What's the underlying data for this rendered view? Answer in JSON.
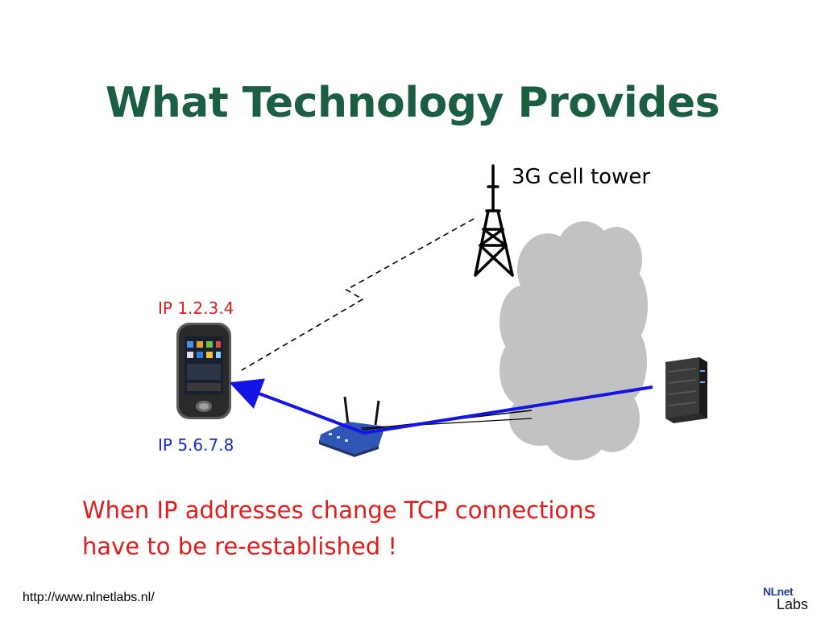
{
  "slide": {
    "title": "What Technology Provides",
    "tower_label": "3G cell tower",
    "ip_cellular": "IP 1.2.3.4",
    "ip_wifi": "IP 5.6.7.8",
    "note_line1": "When IP addresses change TCP connections",
    "note_line2": "have to be re-established !",
    "footer_url": "http://www.nlnetlabs.nl/",
    "logo": {
      "nl": "NLnet",
      "labs": "Labs"
    }
  },
  "colors": {
    "title": "#1b5e41",
    "ip_cellular": "#e31b1b",
    "ip_wifi": "#1a2ad6",
    "note": "#e31b1b",
    "cloud": "#c2c2c2",
    "active_link": "#1414e6"
  },
  "icons": [
    "cell-tower-icon",
    "smartphone-icon",
    "wifi-router-icon",
    "internet-cloud-icon",
    "server-icon"
  ]
}
